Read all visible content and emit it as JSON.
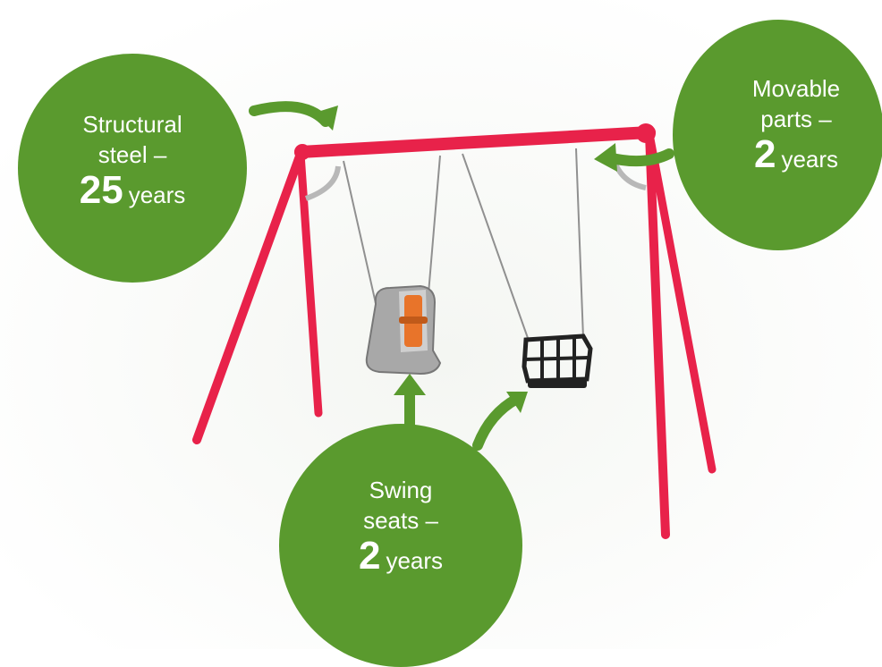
{
  "labels": {
    "structural": {
      "line1": "Structural",
      "line2": "steel –",
      "value": "25",
      "unit": "years"
    },
    "movable": {
      "line1": "Movable",
      "line2": "parts –",
      "value": "2",
      "unit": "years"
    },
    "seats": {
      "line1": "Swing",
      "line2": "seats –",
      "value": "2",
      "unit": "years"
    }
  },
  "colors": {
    "bubble": "#5a9a2e",
    "frame": "#e8224a",
    "arrow": "#5a9a2e",
    "seat_grey": "#a8a8a8",
    "seat_orange": "#e8742a",
    "basket": "#222222"
  },
  "icons": [
    "swing-frame-icon",
    "baby-seat-icon",
    "basket-seat-icon",
    "pointer-arrow-icon"
  ]
}
